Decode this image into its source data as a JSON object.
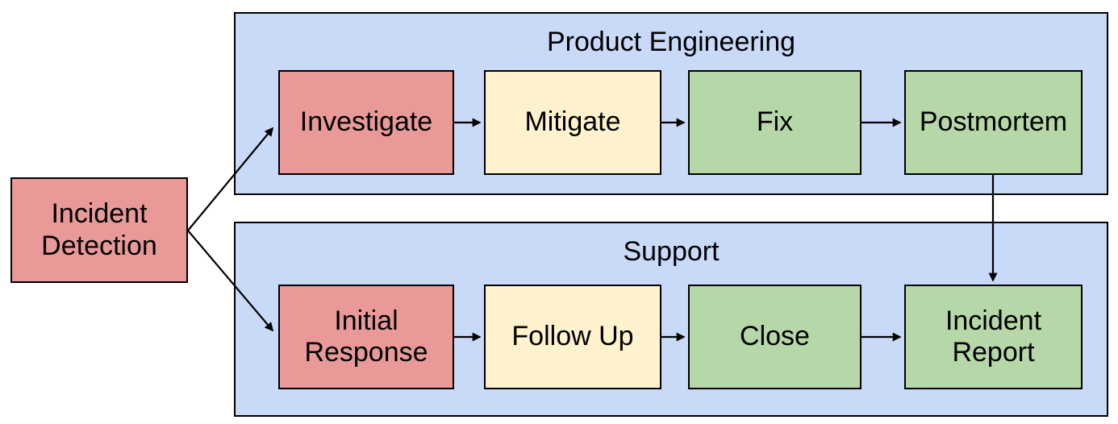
{
  "diagram": {
    "type": "flowchart",
    "colors": {
      "red": "#ea9999",
      "yellow": "#fff2cc",
      "green": "#b6d7a8",
      "lane": "#c9daf8",
      "border": "#000000",
      "arrow": "#000000",
      "background": "#ffffff"
    },
    "start": {
      "label": "Incident Detection",
      "color": "red"
    },
    "lanes": [
      {
        "title": "Product Engineering",
        "steps": [
          {
            "label": "Investigate",
            "color": "red"
          },
          {
            "label": "Mitigate",
            "color": "yellow"
          },
          {
            "label": "Fix",
            "color": "green"
          },
          {
            "label": "Postmortem",
            "color": "green"
          }
        ]
      },
      {
        "title": "Support",
        "steps": [
          {
            "label": "Initial Response",
            "color": "red"
          },
          {
            "label": "Follow Up",
            "color": "yellow"
          },
          {
            "label": "Close",
            "color": "green"
          },
          {
            "label": "Incident Report",
            "color": "green"
          }
        ]
      }
    ],
    "edges": [
      {
        "from": "Incident Detection",
        "to": "Investigate"
      },
      {
        "from": "Incident Detection",
        "to": "Initial Response"
      },
      {
        "from": "Investigate",
        "to": "Mitigate"
      },
      {
        "from": "Mitigate",
        "to": "Fix"
      },
      {
        "from": "Fix",
        "to": "Postmortem"
      },
      {
        "from": "Postmortem",
        "to": "Incident Report"
      },
      {
        "from": "Initial Response",
        "to": "Follow Up"
      },
      {
        "from": "Follow Up",
        "to": "Close"
      },
      {
        "from": "Close",
        "to": "Incident Report"
      }
    ]
  }
}
